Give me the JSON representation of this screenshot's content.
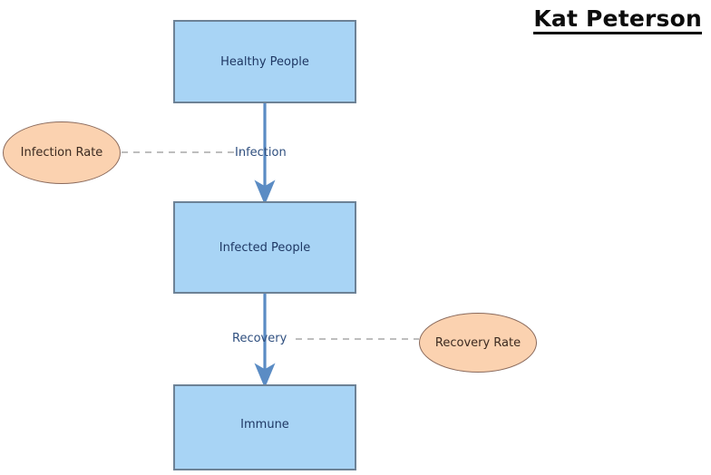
{
  "title": "Kat Peterson",
  "diagram": {
    "type": "stock-and-flow",
    "stocks": [
      {
        "id": "healthy",
        "label": "Healthy People"
      },
      {
        "id": "infected",
        "label": "Infected People"
      },
      {
        "id": "immune",
        "label": "Immune"
      }
    ],
    "rates": [
      {
        "id": "infection-rate",
        "label": "Infection Rate"
      },
      {
        "id": "recovery-rate",
        "label": "Recovery Rate"
      }
    ],
    "flows": [
      {
        "id": "infection",
        "label": "Infection",
        "from": "healthy",
        "to": "infected",
        "driver": "infection-rate"
      },
      {
        "id": "recovery",
        "label": "Recovery",
        "from": "infected",
        "to": "immune",
        "driver": "recovery-rate"
      }
    ]
  },
  "colors": {
    "stock_fill": "#a8d4f5",
    "stock_border": "#6d8296",
    "stock_text": "#1f3864",
    "rate_fill": "#fbd2b0",
    "rate_border": "#8a6a5c",
    "rate_text": "#3b2a20",
    "arrow": "#5b8cc4",
    "connector": "#a9a9a9",
    "title_text": "#0c0c0c",
    "background": "#ffffff"
  }
}
